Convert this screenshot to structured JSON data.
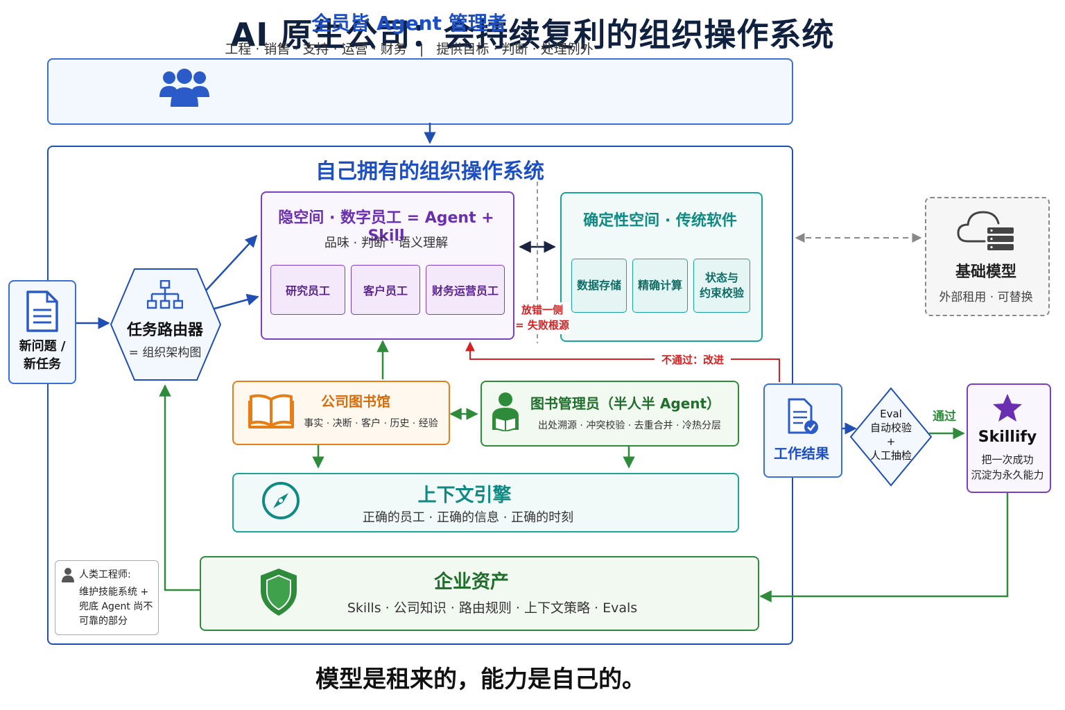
{
  "title": "AI 原生公司：会持续复利的组织操作系统",
  "footer": "模型是租来的，能力是自己的。",
  "top": {
    "title": "全员皆 Agent 管理者",
    "subtitle": "工程 · 销售 · 支持 · 运营 · 财务   |   提供目标 · 判断 · 处理例外"
  },
  "os_title": "自己拥有的组织操作系统",
  "input": {
    "line1": "新问题 /",
    "line2": "新任务"
  },
  "router": {
    "title": "任务路由器",
    "subtitle": "= 组织架构图"
  },
  "latent": {
    "title": "隐空间 · 数字员工 = Agent + Skill",
    "subtitle": "品味 · 判断 · 语义理解",
    "employees": [
      "研究员工",
      "客户员工",
      "财务运营员工"
    ]
  },
  "deterministic": {
    "title": "确定性空间 · 传统软件",
    "items": [
      [
        "数据存储"
      ],
      [
        "精确计算"
      ],
      [
        "状态与",
        "约束校验"
      ]
    ]
  },
  "wrong_side": {
    "line1": "放错一侧",
    "line2": "= 失败根源"
  },
  "fail_label": "不通过：改进",
  "model": {
    "title": "基础模型",
    "subtitle": "外部租用 · 可替换"
  },
  "library": {
    "title": "公司图书馆",
    "subtitle": "事实 · 决断 · 客户 · 历史 · 经验"
  },
  "librarian": {
    "title": "图书管理员（半人半 Agent）",
    "subtitle": "出处溯源 · 冲突校验 · 去重合并 · 冷热分层"
  },
  "context": {
    "title": "上下文引擎",
    "subtitle": "正确的员工 · 正确的信息 · 正确的时刻"
  },
  "assets": {
    "title": "企业资产",
    "subtitle": "Skills · 公司知识 · 路由规则 · 上下文策略 · Evals"
  },
  "human": {
    "head": "人类工程师:",
    "body": "维护技能系统 + 兜底 Agent 尚不可靠的部分"
  },
  "result": {
    "label": "工作结果"
  },
  "eval": {
    "line1": "Eval",
    "line2": "自动校验",
    "line3": "+",
    "line4": "人工抽检"
  },
  "pass_label": "通过",
  "skillify": {
    "title": "Skillify",
    "line1": "把一次成功",
    "line2": "沉淀为永久能力"
  },
  "colors": {
    "blue": "#1d4fc4",
    "purple": "#6a2eb0",
    "teal": "#0f8a82",
    "orange": "#d66d0c",
    "green": "#2e8b3a",
    "red": "#d42020"
  }
}
